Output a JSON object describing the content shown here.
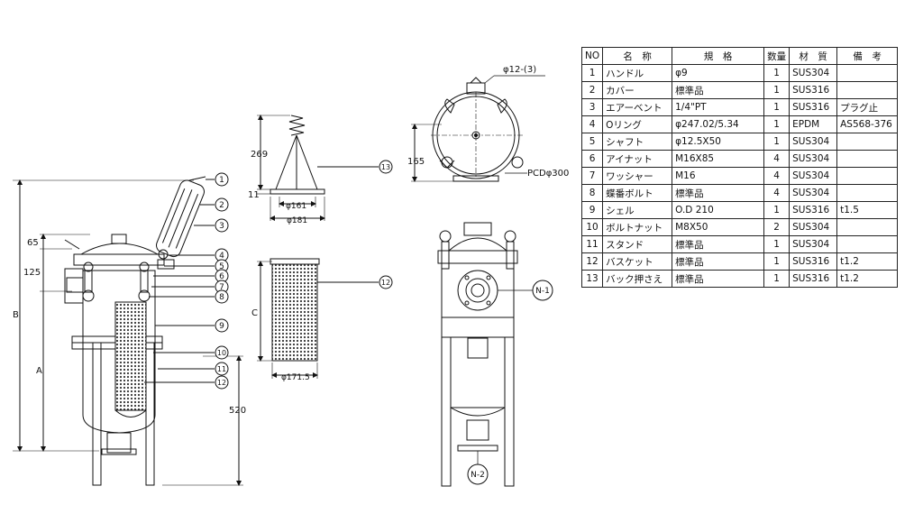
{
  "table": {
    "headers": [
      "NO",
      "名　称",
      "規　格",
      "数量",
      "材　質",
      "備　考"
    ],
    "rows": [
      [
        "1",
        "ハンドル",
        "φ9",
        "1",
        "SUS304",
        ""
      ],
      [
        "2",
        "カバー",
        "標準品",
        "1",
        "SUS316",
        ""
      ],
      [
        "3",
        "エアーベント",
        "1/4\"PT",
        "1",
        "SUS316",
        "プラグ止"
      ],
      [
        "4",
        "Oリング",
        "φ247.02/5.34",
        "1",
        "EPDM",
        "AS568-376"
      ],
      [
        "5",
        "シャフト",
        "φ12.5X50",
        "1",
        "SUS304",
        ""
      ],
      [
        "6",
        "アイナット",
        "M16X85",
        "4",
        "SUS304",
        ""
      ],
      [
        "7",
        "ワッシャー",
        "M16",
        "4",
        "SUS304",
        ""
      ],
      [
        "8",
        "蝶番ボルト",
        "標準品",
        "4",
        "SUS304",
        ""
      ],
      [
        "9",
        "シェル",
        "O.D 210",
        "1",
        "SUS316",
        "t1.5"
      ],
      [
        "10",
        "ボルトナット",
        "M8X50",
        "2",
        "SUS304",
        ""
      ],
      [
        "11",
        "スタンド",
        "標準品",
        "1",
        "SUS304",
        ""
      ],
      [
        "12",
        "バスケット",
        "標準品",
        "1",
        "SUS316",
        "t1.2"
      ],
      [
        "13",
        "バック押さえ",
        "標準品",
        "1",
        "SUS316",
        "t1.2"
      ]
    ]
  },
  "side_view": {
    "callouts": [
      "1",
      "2",
      "3",
      "4",
      "5",
      "6",
      "7",
      "8",
      "9",
      "10",
      "11",
      "12"
    ],
    "dim_65": "65",
    "dim_125": "125",
    "dim_B": "B",
    "dim_A": "A",
    "dim_520": "520"
  },
  "spring_view": {
    "dim_269": "269",
    "dim_11": "11",
    "dim_161": "φ161",
    "dim_181": "φ181",
    "callout": "13"
  },
  "basket_view": {
    "dim_C": "C",
    "dim_171": "φ171.5",
    "callout": "12"
  },
  "top_view": {
    "hole_label": "φ12-(3)",
    "dim_165": "165",
    "pcd_label": "PCDφ300"
  },
  "front_view": {
    "n1": "N-1",
    "n2": "N-2"
  }
}
